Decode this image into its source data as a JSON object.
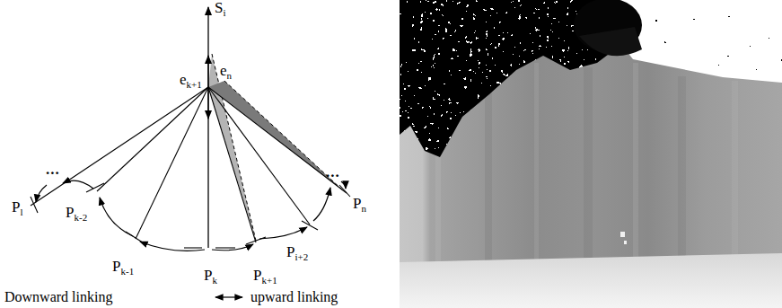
{
  "diagram": {
    "labels": [
      "Si",
      "ek+1",
      "en",
      "Pl",
      "...",
      "Pk-2",
      "Pk-1",
      "Pk",
      "Pk+1",
      "Pi+2",
      "...",
      "Pn",
      "Downward linking",
      "upward linking"
    ]
  }
}
